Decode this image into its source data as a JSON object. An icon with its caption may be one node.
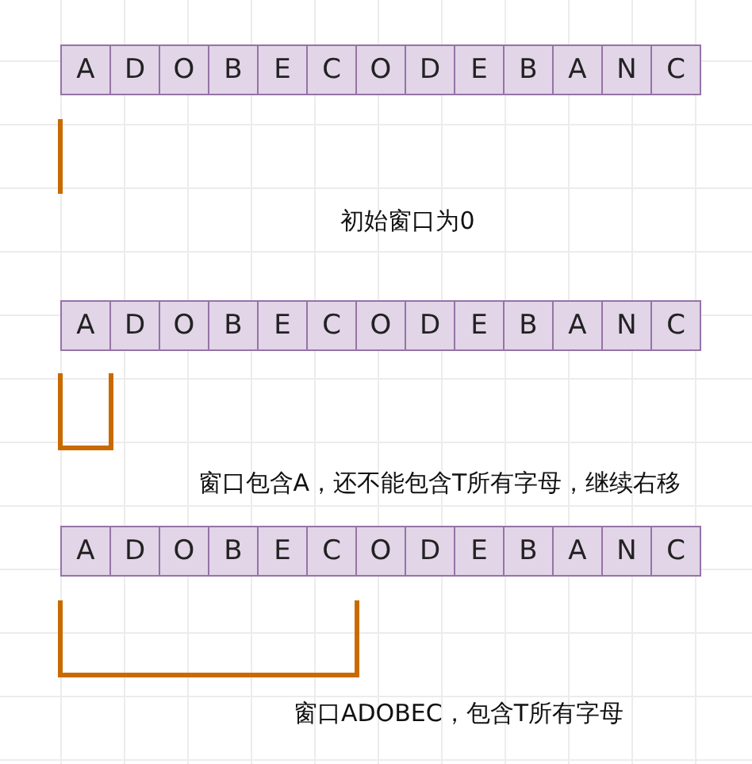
{
  "diagram": {
    "labels": [
      "A",
      "D",
      "O",
      "B",
      "E",
      "C",
      "O",
      "D",
      "E",
      "B",
      "A",
      "N",
      "C",
      "初始窗口为0",
      "A",
      "D",
      "O",
      "B",
      "E",
      "C",
      "O",
      "D",
      "E",
      "B",
      "A",
      "N",
      "C",
      "窗口包含A，还不能包含T所有字母，继续右移",
      "A",
      "D",
      "O",
      "B",
      "E",
      "C",
      "O",
      "D",
      "E",
      "B",
      "A",
      "N",
      "C",
      "窗口ADOBEC，包含T所有字母"
    ]
  }
}
